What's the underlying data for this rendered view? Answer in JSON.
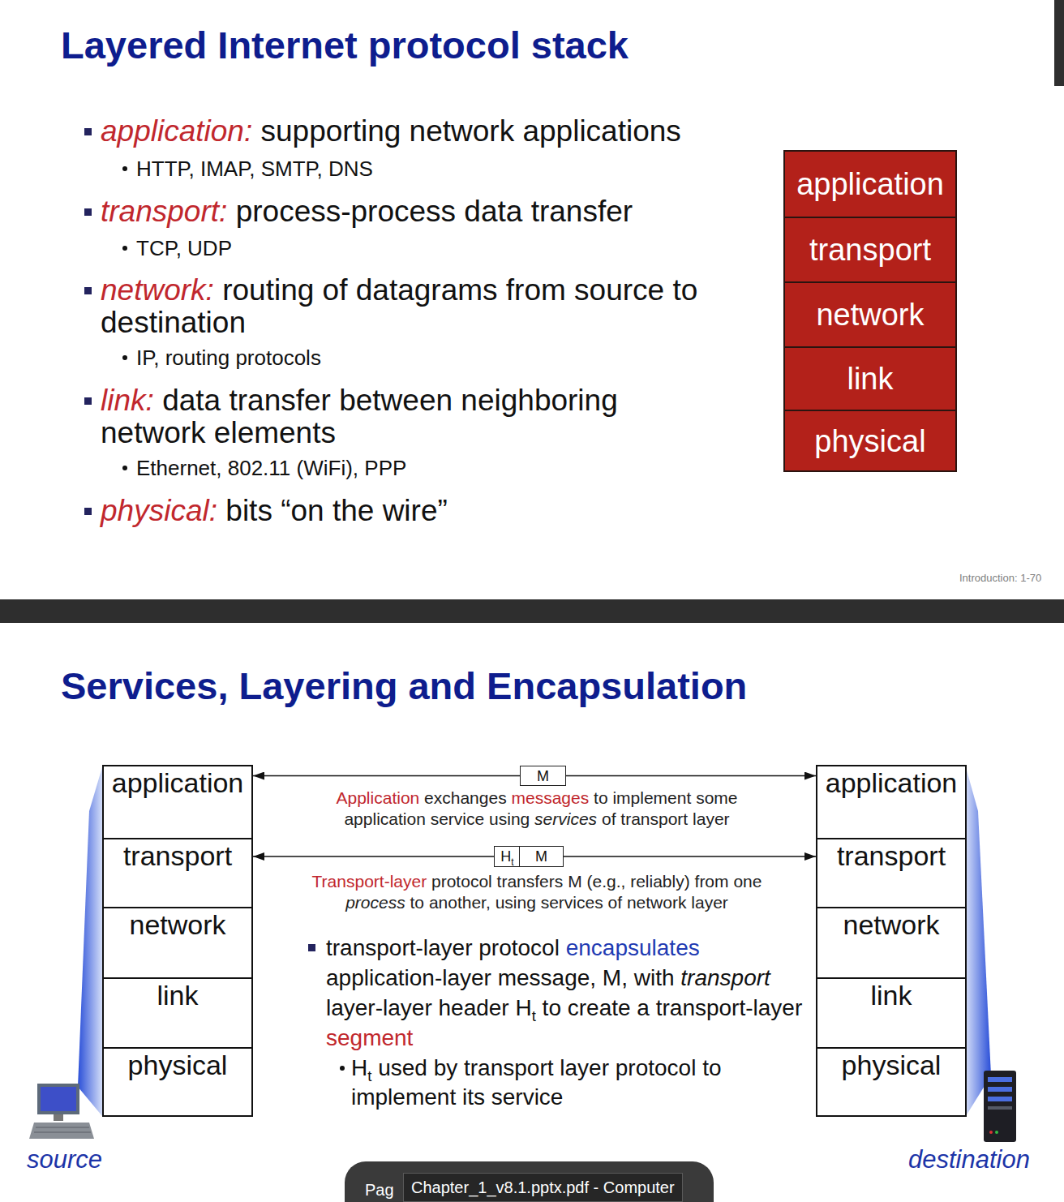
{
  "diagram": {
    "title": "Layered Internet protocol stack",
    "nodes": [
      {
        "text": [
          "application"
        ]
      },
      {
        "text": [
          "transport"
        ]
      },
      {
        "text": [
          "network"
        ]
      },
      {
        "text": [
          "link"
        ]
      },
      {
        "text": [
          "physical"
        ]
      },
      {
        "text": [
          "application"
        ]
      },
      {
        "text": [
          "transport"
        ]
      },
      {
        "text": [
          "network"
        ]
      },
      {
        "text": [
          "link"
        ]
      },
      {
        "text": [
          "physical"
        ]
      },
      {
        "text": [
          "M"
        ]
      },
      {
        "text": [
          "H",
          "t"
        ]
      },
      {
        "text": [
          "M"
        ]
      },
      {
        "text": [
          "application"
        ]
      },
      {
        "text": [
          "transport"
        ]
      },
      {
        "text": [
          "network"
        ]
      },
      {
        "text": [
          "link"
        ]
      },
      {
        "text": [
          "physical"
        ]
      }
    ],
    "edges": [
      {
        "from": 10,
        "to": 5,
        "arrow": "to"
      },
      {
        "from": 10,
        "to": 13,
        "arrow": "to"
      },
      {
        "from": 11,
        "to": 6,
        "arrow": "to"
      },
      {
        "from": 12,
        "to": 14,
        "arrow": "to"
      }
    ],
    "labels": [
      "application:",
      "supporting network applications",
      "HTTP, IMAP, SMTP, DNS",
      "transport:",
      "process-process data transfer",
      "TCP, UDP",
      "network:",
      "routing of datagrams from source to destination",
      "IP, routing protocols",
      "link:",
      "data transfer between neighboring network elements",
      "Ethernet, 802.11 (WiFi), PPP",
      "physical:",
      "bits “on the wire”",
      "Introduction: 1-70",
      "Services, Layering and Encapsulation",
      "Application exchanges messages to implement some application service using services of transport layer",
      "Transport-layer protocol transfers M (e.g., reliably) from one process to another, using services of network layer",
      "transport-layer protocol encapsulates application-layer message, M, with transport layer-layer header Ht to create a transport-layer segment",
      "Ht used by transport layer protocol to implement its service",
      "source",
      "destination",
      "Pag",
      "Chapter_1_v8.1.pptx.pdf - Computer"
    ]
  }
}
